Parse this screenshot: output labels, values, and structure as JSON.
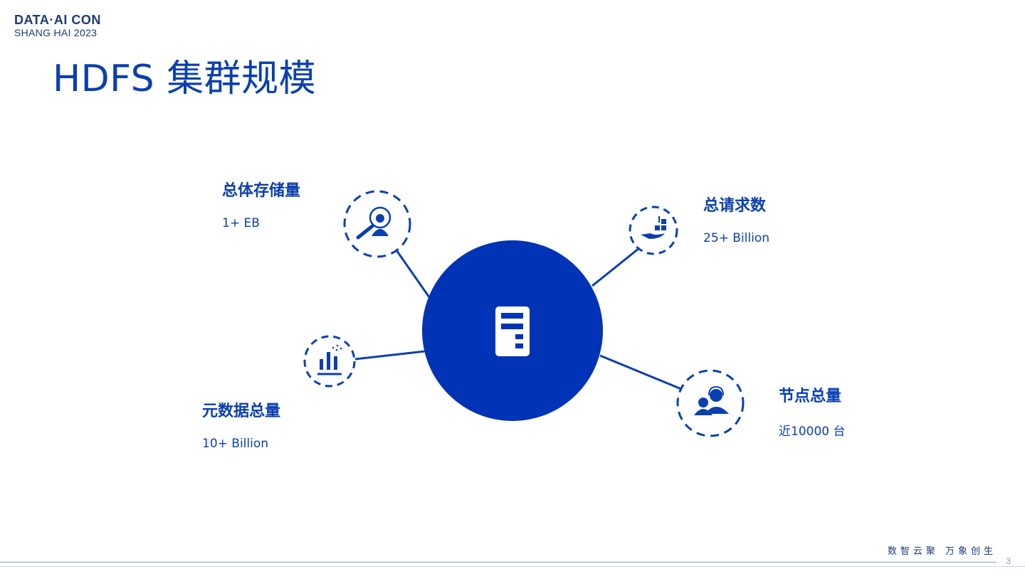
{
  "logo": {
    "line1": "DATA·AI CON",
    "line2": "SHANG HAI 2023"
  },
  "title": "HDFS 集群规模",
  "metrics": [
    {
      "label": "总体存储量",
      "value": "1+ EB",
      "icon": "person-search-icon"
    },
    {
      "label": "总请求数",
      "value": "25+ Billion",
      "icon": "hand-box-icon"
    },
    {
      "label": "元数据总量",
      "value": "10+ Billion",
      "icon": "bar-chart-icon"
    },
    {
      "label": "节点总量",
      "value": "近10000 台",
      "icon": "people-headset-icon"
    }
  ],
  "center": {
    "icon": "server-icon"
  },
  "colors": {
    "primary": "#0a3fb0",
    "center": "#0033b5"
  },
  "footer": {
    "slogan": "数智云聚  万象创生",
    "page": "3"
  }
}
